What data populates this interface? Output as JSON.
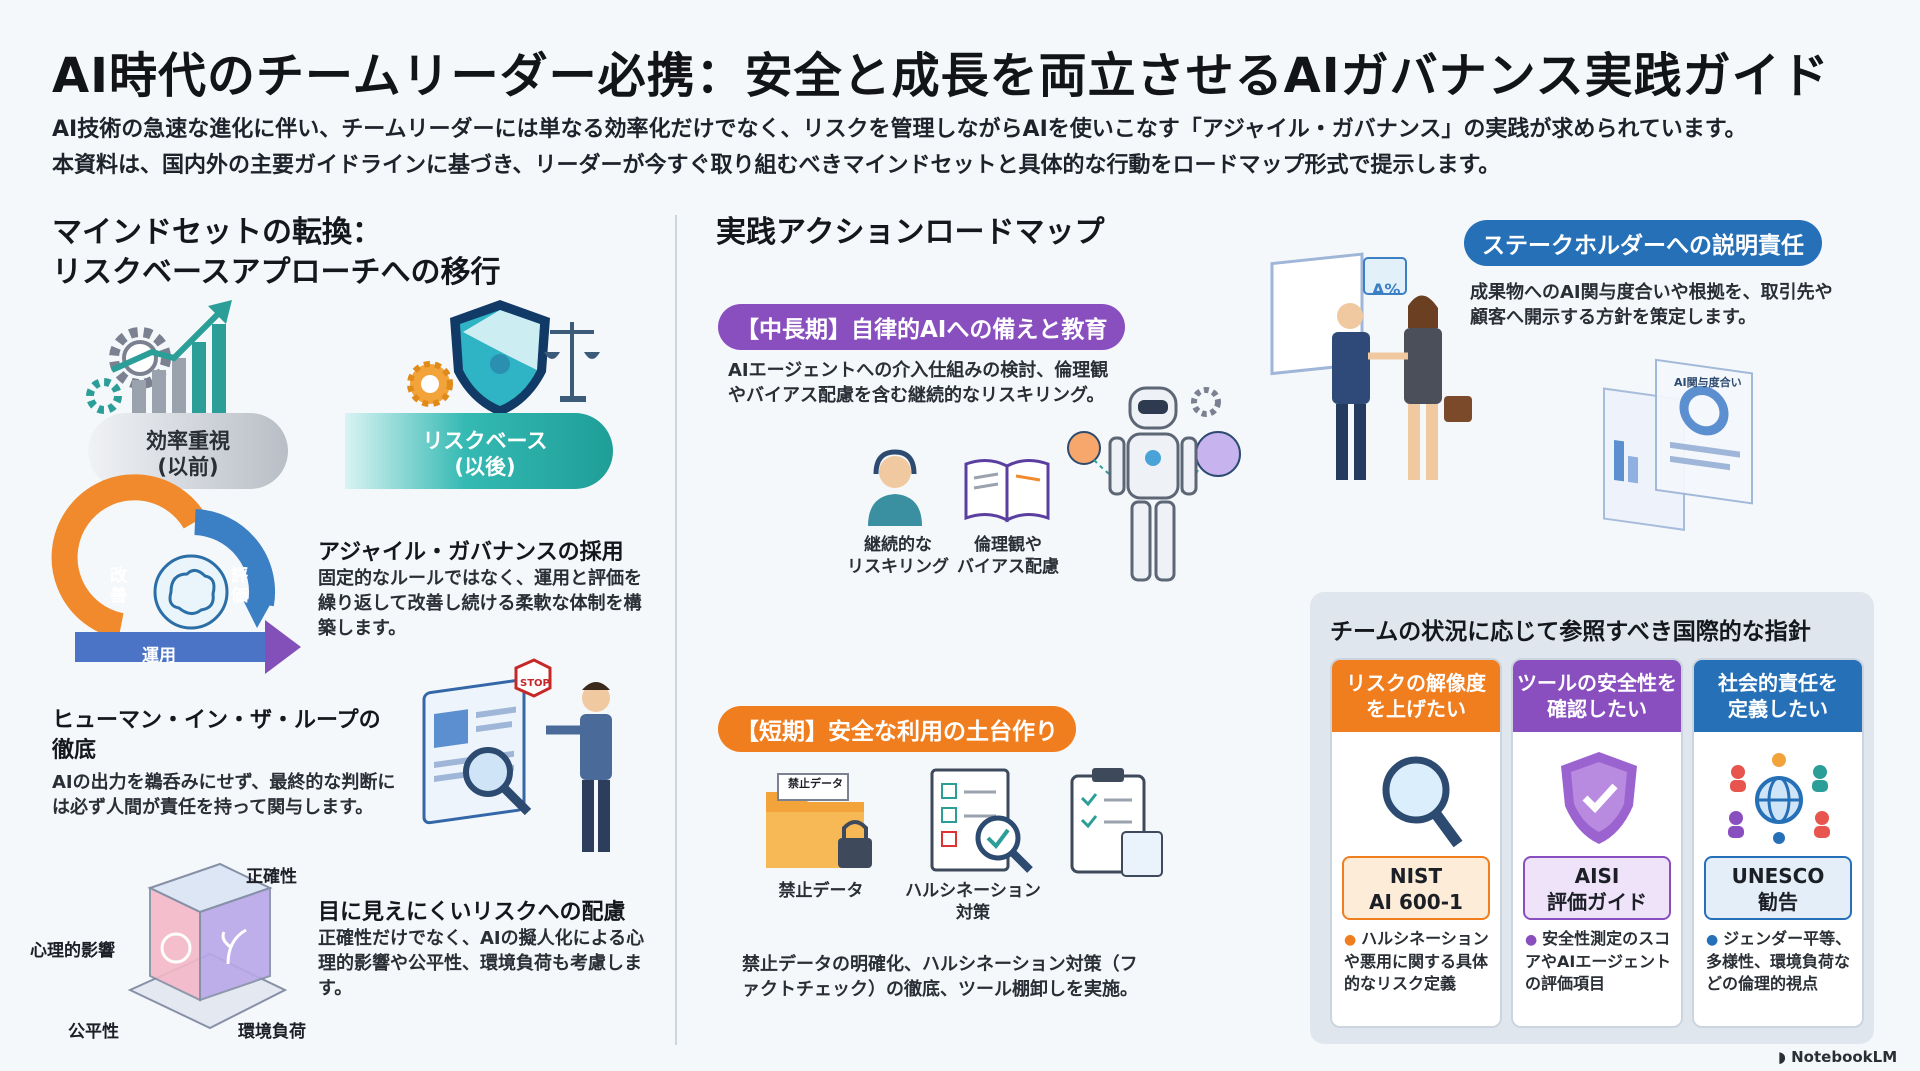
{
  "title": "AI時代のチームリーダー必携：安全と成長を両立させるAIガバナンス実践ガイド",
  "intro": {
    "line1": "AI技術の急速な進化に伴い、チームリーダーには単なる効率化だけでなく、リスクを管理しながらAIを使いこなす「アジャイル・ガバナンス」の実践が求められています。",
    "line2": "本資料は、国内外の主要ガイドラインに基づき、リーダーが今すぐ取り組むべきマインドセットと具体的な行動をロードマップ形式で提示します。"
  },
  "mindset": {
    "heading_line1": "マインドセットの転換：",
    "heading_line2": "リスクベースアプローチへの移行",
    "before_label": "効率重視",
    "before_sub": "(以前)",
    "after_label": "リスクベース",
    "after_sub": "(以後)",
    "cycle_left": "改善",
    "cycle_right": "評価",
    "cycle_bottom": "運用",
    "agile_title": "アジャイル・ガバナンスの採用",
    "agile_body": "固定的なルールではなく、運用と評価を繰り返して改善し続ける柔軟な体制を構築します。",
    "hitl_title_line1": "ヒューマン・イン・ザ・ループの",
    "hitl_title_line2": "徹底",
    "hitl_body": "AIの出力を鵜呑みにせず、最終的な判断には必ず人間が責任を持って関与します。",
    "stop_sign": "STOP",
    "cube_top": "正確性",
    "cube_left": "心理的影響",
    "cube_bottom_left": "公平性",
    "cube_bottom_right": "環境負荷",
    "invisible_title": "目に見えにくいリスクへの配慮",
    "invisible_body": "正確性だけでなく、AIの擬人化による心理的影響や公平性、環境負荷も考慮します。"
  },
  "roadmap": {
    "heading": "実践アクションロードマップ",
    "mid_pill": "【中長期】自律的AIへの備えと教育",
    "mid_body": "AIエージェントへの介入仕組みの検討、倫理観やバイアス配慮を含む継続的なリスキリング。",
    "reskill_label_line1": "継続的な",
    "reskill_label_line2": "リスキリング",
    "ethics_label_line1": "倫理観や",
    "ethics_label_line2": "バイアス配慮",
    "short_pill": "【短期】安全な利用の土台作り",
    "folder_tag": "禁止データ",
    "forbidden_label": "禁止データ",
    "halluc_label_line1": "ハルシネーション",
    "halluc_label_line2": "対策",
    "short_body": "禁止データの明確化、ハルシネーション対策（ファクトチェック）の徹底、ツール棚卸しを実施。"
  },
  "stakeholder": {
    "pill": "ステークホルダーへの説明責任",
    "body": "成果物へのAI関与度合いや根拠を、取引先や顧客へ開示する方針を策定します。",
    "doc_tag": "A%",
    "panel_title": "AI関与度合い"
  },
  "guides": {
    "heading": "チームの状況に応じて参照すべき国際的な指針",
    "cards": [
      {
        "head_line1": "リスクの解像度",
        "head_line2": "を上げたい",
        "tag_line1": "NIST",
        "tag_line2": "AI 600-1",
        "text": "ハルシネーションや悪用に関する具体的なリスク定義",
        "color": "#f07d1e"
      },
      {
        "head_line1": "ツールの安全性を",
        "head_line2": "確認したい",
        "tag_line1": "AISI",
        "tag_line2": "評価ガイド",
        "text": "安全性測定のスコアやAIエージェントの評価項目",
        "color": "#8a4fbf"
      },
      {
        "head_line1": "社会的責任を",
        "head_line2": "定義したい",
        "tag_line1": "UNESCO",
        "tag_line2": "勧告",
        "text": "ジェンダー平等、多様性、環境負荷などの倫理的視点",
        "color": "#2670b8"
      }
    ]
  },
  "footer": {
    "brand": "NotebookLM"
  },
  "colors": {
    "orange": "#f07d1e",
    "purple": "#8a4fbf",
    "blue": "#2670b8",
    "teal": "#22a7a1"
  }
}
